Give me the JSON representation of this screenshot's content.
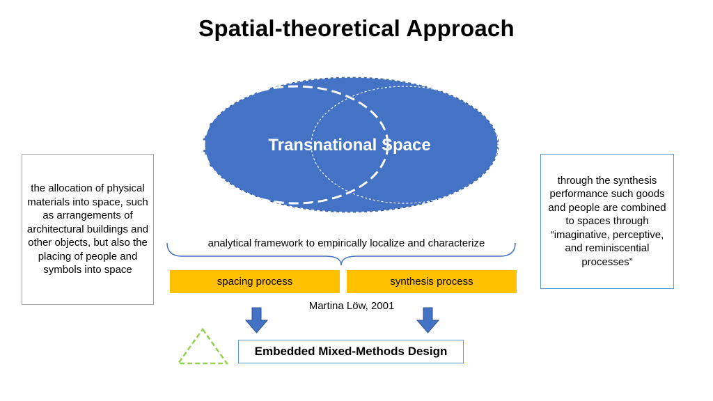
{
  "title": "Spatial-theoretical Approach",
  "ellipse": {
    "label": "Transnational Space",
    "fill": "#4472c4"
  },
  "left_box": {
    "text": "the allocation of physical materials into space, such as arrangements of architectural buildings and other objects, but also the placing of people and symbols into space"
  },
  "right_box": {
    "text": "through the synthesis performance such goods and people are combined to spaces through “imaginative, perceptive, and reminiscential processes”"
  },
  "framework_label": "analytical framework to empirically  localize and characterize",
  "processes": {
    "spacing": "spacing process",
    "synthesis": "synthesis process",
    "color": "#ffc000"
  },
  "citation": "Martina Löw, 2001",
  "design_label": "Embedded Mixed-Methods Design",
  "colors": {
    "arrow": "#4472c4",
    "triangle": "#92d050",
    "box_border_blue": "#5b9bd5"
  }
}
